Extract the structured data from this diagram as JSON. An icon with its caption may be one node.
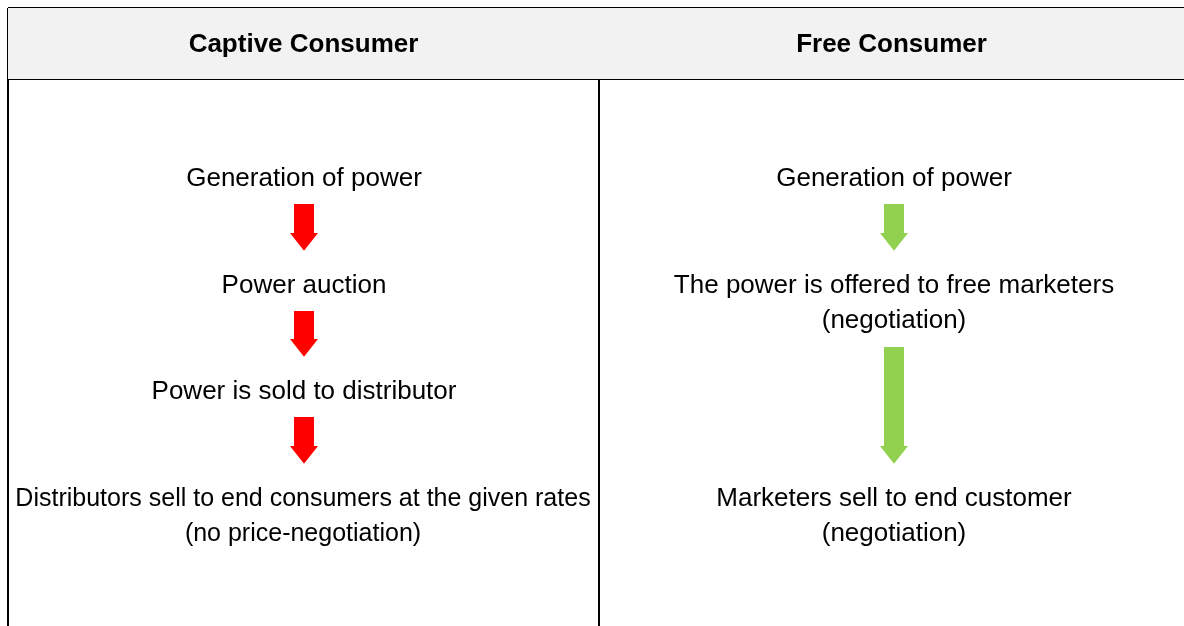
{
  "diagram": {
    "nodes": [
      {
        "text": [
          "Captive Consumer"
        ]
      },
      {
        "text": [
          "Free Consumer"
        ]
      },
      {
        "text": [
          "Generation of power"
        ]
      },
      {
        "text": [
          "Power auction"
        ]
      },
      {
        "text": [
          "Power is sold to distributor"
        ]
      },
      {
        "text": [
          "Distributors sell to end consumers at the given rates (no price-negotiation)"
        ]
      },
      {
        "text": [
          "Generation of power"
        ]
      },
      {
        "text": [
          "The power is offered to free marketers (negotiation)"
        ]
      },
      {
        "text": [
          "Marketers sell to end customer (negotiation)"
        ]
      }
    ],
    "edges": [
      {
        "from": 2,
        "to": 3,
        "arrow": "to"
      },
      {
        "from": 3,
        "to": 4,
        "arrow": "to"
      },
      {
        "from": 4,
        "to": 5,
        "arrow": "to"
      },
      {
        "from": 6,
        "to": 7,
        "arrow": "to",
        "color": "#92d050"
      },
      {
        "from": 7,
        "to": 8,
        "arrow": "to",
        "color": "#92d050"
      }
    ]
  }
}
